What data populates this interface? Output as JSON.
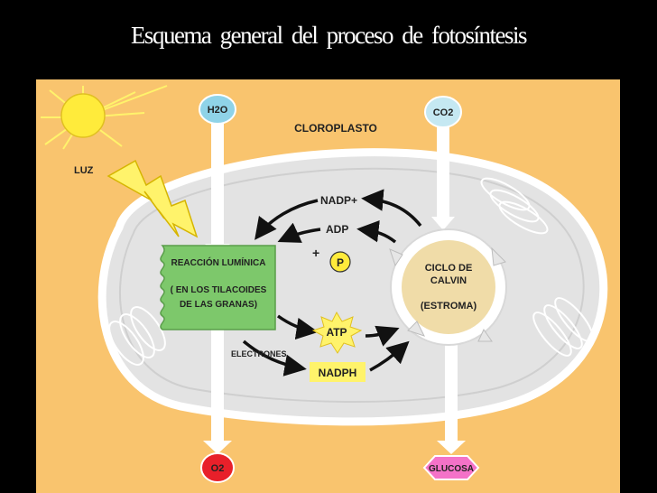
{
  "slide": {
    "title": "Esquema general del proceso de fotosíntesis"
  },
  "diagram": {
    "sun_label": "LUZ",
    "organelle_label": "CLOROPLASTO",
    "inputs": {
      "water": "H2O",
      "carbon_dioxide": "CO2"
    },
    "outputs": {
      "oxygen": "O2",
      "glucose": "GLUCOSA"
    },
    "light_reaction": {
      "line1": "REACCIÓN LUMÍNICA",
      "line2": "( EN LOS TILACOIDES",
      "line3": "DE LAS GRANAS)"
    },
    "calvin_cycle": {
      "line1": "CICLO DE",
      "line2": "CALVIN",
      "line3": "(ESTROMA)"
    },
    "molecules": {
      "nadp": "NADP+",
      "adp": "ADP",
      "plus": "+",
      "phosphate": "P",
      "atp": "ATP",
      "nadph": "NADPH",
      "electrons": "ELECTRONES"
    },
    "colors": {
      "background": "#f9c46e",
      "chloroplast_fill": "#e3e3e3",
      "light_reaction": "#7dc86b",
      "calvin": "#f0dca8",
      "water": "#8fd3e8",
      "oxygen": "#e8202a",
      "glucose": "#f472c8",
      "sun": "#ffeb3b"
    }
  }
}
